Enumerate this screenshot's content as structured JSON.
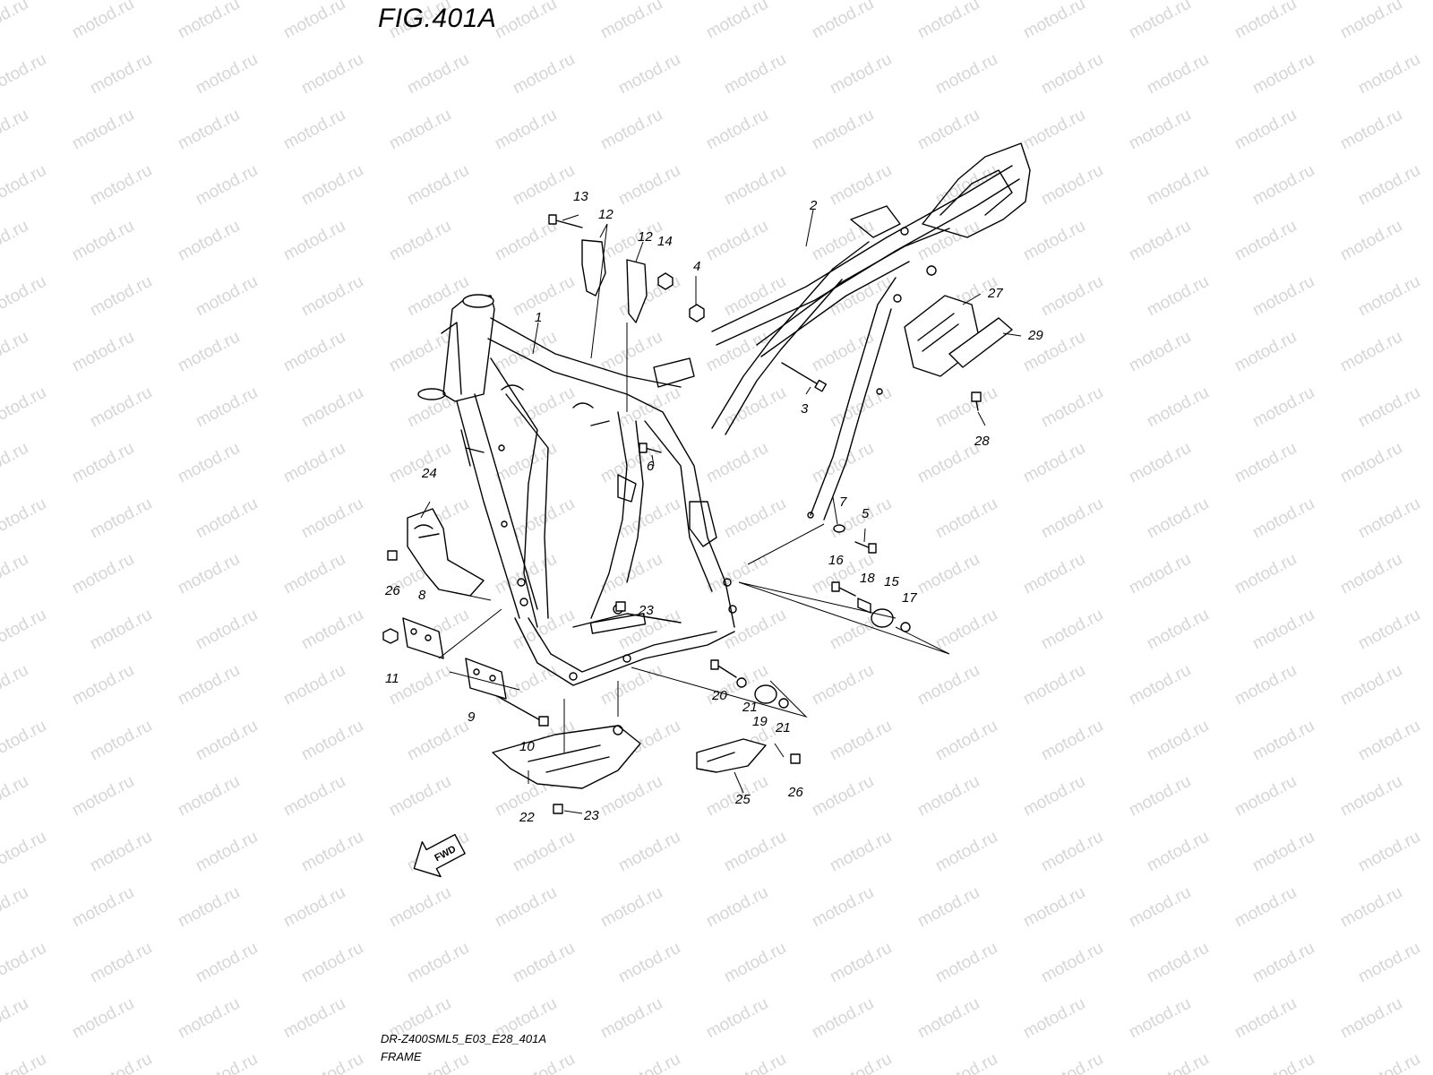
{
  "figure": {
    "title": "FIG.401A",
    "code": "DR-Z400SML5_E03_E28_401A",
    "name": "FRAME",
    "watermark": "motod.ru",
    "direction_label": "FWD"
  },
  "callouts": [
    "1",
    "2",
    "3",
    "4",
    "5",
    "6",
    "7",
    "8",
    "9",
    "10",
    "11",
    "12",
    "12",
    "13",
    "14",
    "15",
    "16",
    "17",
    "18",
    "19",
    "20",
    "21",
    "21",
    "22",
    "23",
    "23",
    "24",
    "25",
    "26",
    "26",
    "27",
    "28",
    "29"
  ]
}
